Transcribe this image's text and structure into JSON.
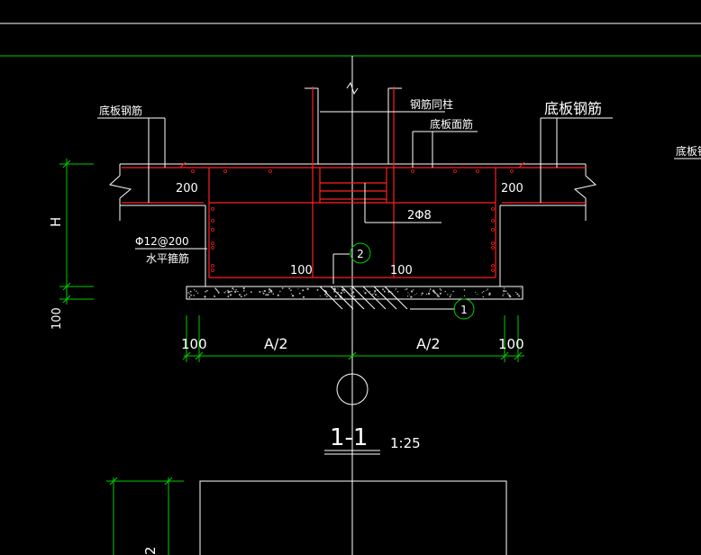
{
  "drawing": {
    "colors": {
      "background": "#000000",
      "line": "#ffffff",
      "dimension": "#00cc00",
      "rebar": "#ff2020",
      "center": "#ffffff"
    },
    "labels": {
      "bottom_slab_rebar_left": "底板钢筋",
      "bottom_slab_rebar_right": "底板钢筋",
      "bottom_slab_rebar_far_right": "底板钢",
      "column_rebar": "钢筋同柱",
      "slab_face_rebar": "底板面筋",
      "stirrup": "2Φ8",
      "horizontal_rebar_spec": "Φ12@200",
      "horizontal_rebar_name": "水平箍筋",
      "callout_1": "1",
      "callout_2": "2"
    },
    "dimensions": {
      "cover_left": "200",
      "cover_right": "200",
      "offset_left": "100",
      "offset_right": "100",
      "height": "H",
      "bed_thickness": "100",
      "edge_left": "100",
      "half_left": "A/2",
      "half_right": "A/2",
      "edge_right": "100"
    },
    "section": {
      "title": "1-1",
      "scale": "1:25"
    },
    "lower_detail": {
      "dim_label": "2"
    }
  }
}
